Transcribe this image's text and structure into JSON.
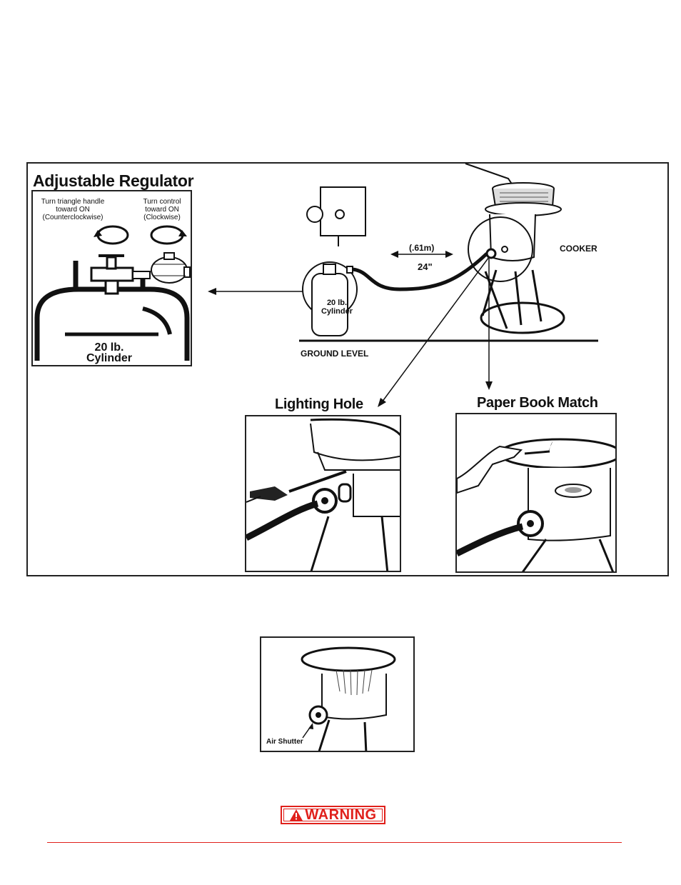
{
  "regulator": {
    "title": "Adjustable Regulator",
    "left_instruction": [
      "Turn triangle handle",
      "toward ON",
      "(Counterclockwise)"
    ],
    "right_instruction": [
      "Turn control",
      "toward ON",
      "(Clockwise)"
    ],
    "cylinder_label": [
      "20 lb.",
      "Cylinder"
    ]
  },
  "setup": {
    "distance_metric": "(.61m)",
    "distance_imperial": "24\"",
    "cooker_label": "COOKER",
    "ground_label": "GROUND LEVEL",
    "cylinder_label": [
      "20 lb.",
      "Cylinder"
    ]
  },
  "panels": {
    "lighting_hole_title": "Lighting Hole",
    "paper_match_title": "Paper Book Match"
  },
  "air_shutter": {
    "label": "Air Shutter"
  },
  "warning": {
    "label": "WARNING",
    "color": "#e0201b"
  }
}
